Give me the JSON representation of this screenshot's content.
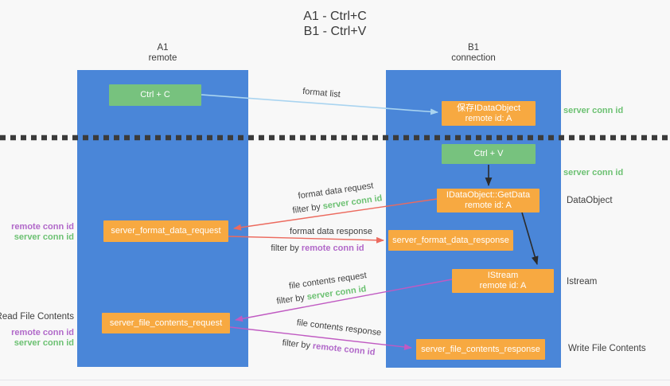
{
  "title": {
    "line1": "A1 - Ctrl+C",
    "line2": "B1 - Ctrl+V"
  },
  "columns": {
    "left": {
      "id": "A1",
      "name": "remote"
    },
    "right": {
      "id": "B1",
      "name": "connection"
    }
  },
  "nodes": {
    "ctrl_c": {
      "label": "Ctrl + C"
    },
    "save_dataobject": {
      "line1": "保存IDataObject",
      "line2": "remote id: A"
    },
    "ctrl_v": {
      "label": "Ctrl + V"
    },
    "getdata": {
      "line1": "IDataObject::GetData",
      "line2": "remote id: A"
    },
    "format_request": {
      "label": "server_format_data_request"
    },
    "format_response": {
      "label": "server_format_data_response"
    },
    "istream": {
      "line1": "IStream",
      "line2": "remote id: A"
    },
    "file_request": {
      "label": "server_file_contents_request"
    },
    "file_response": {
      "label": "server_file_contents_response"
    }
  },
  "arrow_labels": {
    "format_list": "format list",
    "format_data_request": "format data request",
    "format_data_response": "format data response",
    "file_contents_request": "file contents request",
    "file_contents_response": "file contents response",
    "filter_by": "filter by",
    "server_conn_id": "server conn id",
    "remote_conn_id": "remote conn id"
  },
  "side_labels": {
    "server_conn_id_1": "server conn id",
    "server_conn_id_2": "server conn id",
    "dataobject": "DataObject",
    "istream": "Istream",
    "write_file_contents": "Write File Contents",
    "read_file_contents": "Read File Contents",
    "remote_conn_id_1": "remote conn id",
    "server_conn_id_left_1": "server conn id",
    "remote_conn_id_2": "remote conn id",
    "server_conn_id_left_2": "server conn id"
  },
  "colors": {
    "column_blue": "#4a86d8",
    "node_green": "#77c27e",
    "node_orange": "#f7a941",
    "arrow_light_blue": "#a9d4f0",
    "arrow_red": "#ec6a5e",
    "arrow_magenta": "#c05ac2",
    "arrow_black": "#2b2b2b",
    "dashed_line": "#3b3b3b",
    "label_green": "#6cc172",
    "label_purple": "#b168c9",
    "text_dark": "#3f3f3f",
    "background": "#f8f8f8"
  }
}
